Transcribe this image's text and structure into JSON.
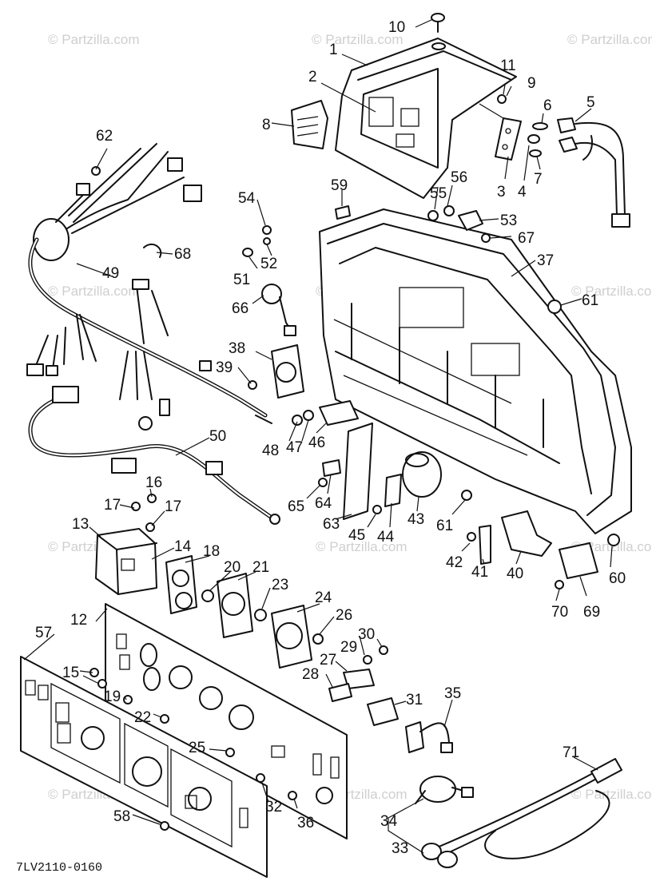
{
  "watermark": "© Partzilla.com",
  "diagram_code": "7LV2110-0160",
  "callouts": [
    "1",
    "2",
    "3",
    "4",
    "5",
    "6",
    "7",
    "8",
    "9",
    "10",
    "11",
    "12",
    "13",
    "14",
    "15",
    "16",
    "17",
    "17",
    "18",
    "19",
    "20",
    "21",
    "22",
    "23",
    "24",
    "25",
    "26",
    "27",
    "28",
    "29",
    "30",
    "31",
    "32",
    "33",
    "34",
    "35",
    "36",
    "37",
    "38",
    "39",
    "40",
    "41",
    "42",
    "43",
    "44",
    "45",
    "46",
    "47",
    "48",
    "49",
    "50",
    "51",
    "52",
    "53",
    "54",
    "55",
    "56",
    "57",
    "58",
    "59",
    "60",
    "61",
    "61",
    "62",
    "63",
    "64",
    "65",
    "66",
    "67",
    "68",
    "69",
    "70",
    "71"
  ]
}
